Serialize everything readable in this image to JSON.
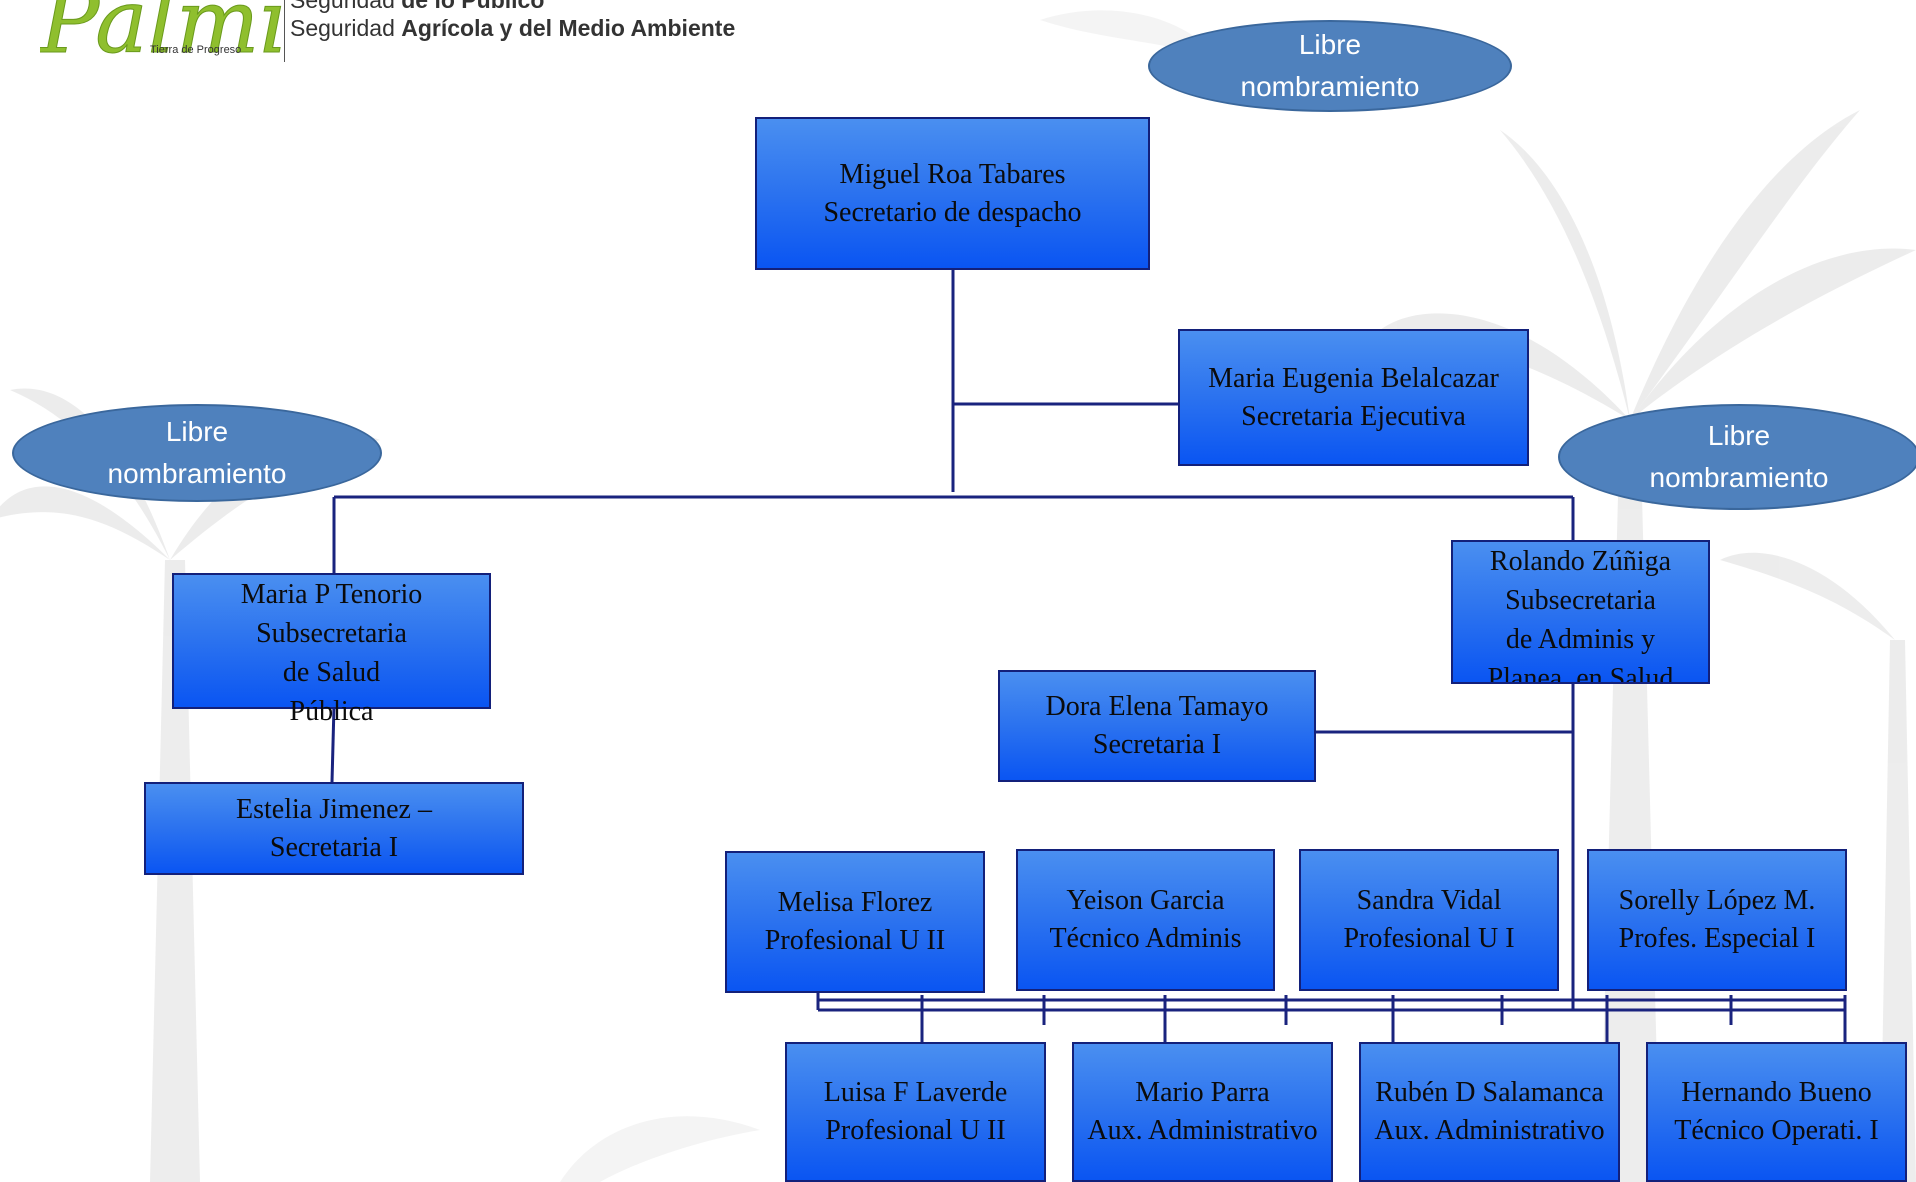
{
  "header": {
    "logo_text": "Palmira",
    "logo_tagline": "Tierra de Progreso",
    "line1_prefix": "Seguridad ",
    "line1_bold": "de lo Público",
    "line2_prefix": "Seguridad ",
    "line2_bold": "Agrícola y del Medio Ambiente"
  },
  "labels": {
    "libre_top": [
      "Libre",
      "nombramiento"
    ],
    "libre_left": [
      "Libre",
      "nombramiento"
    ],
    "libre_right": [
      "Libre",
      "nombramiento"
    ]
  },
  "org": {
    "director": {
      "name": "Miguel Roa Tabares",
      "role": "Secretario de despacho"
    },
    "executive_secretary": {
      "name": "Maria Eugenia Belalcazar",
      "role": "Secretaria Ejecutiva"
    },
    "sub_salud": {
      "lines": [
        "Maria P Tenorio",
        "Subsecretaria",
        "de Salud",
        "Pública"
      ]
    },
    "sub_salud_secretary": {
      "lines": [
        "Estelia Jimenez –",
        "Secretaria I"
      ]
    },
    "sub_admin": {
      "lines": [
        "Rolando Zúñiga",
        "Subsecretaria",
        "de Adminis y",
        "Planea. en Salud"
      ]
    },
    "sub_admin_secretary": {
      "name": "Dora Elena Tamayo",
      "role": "Secretaria I"
    },
    "staff_row1": [
      {
        "name": "Melisa Florez",
        "role": "Profesional U II"
      },
      {
        "name": "Yeison Garcia",
        "role": "Técnico Adminis"
      },
      {
        "name": "Sandra Vidal",
        "role": "Profesional U I"
      },
      {
        "name": "Sorelly López M.",
        "role": "Profes. Especial I"
      }
    ],
    "staff_row2": [
      {
        "name": "Luisa F Laverde",
        "role": "Profesional U II"
      },
      {
        "name": "Mario Parra",
        "role": "Aux. Administrativo"
      },
      {
        "name": "Rubén D Salamanca",
        "role": "Aux. Administrativo"
      },
      {
        "name": "Hernando Bueno",
        "role": "Técnico Operati. I"
      }
    ]
  },
  "colors": {
    "box_top": "#4a8ff0",
    "box_bottom": "#0a55f2",
    "box_border": "#13207a",
    "ellipse_fill": "#4f81bd",
    "ellipse_text": "#ffffff",
    "connector": "#1a237e"
  }
}
